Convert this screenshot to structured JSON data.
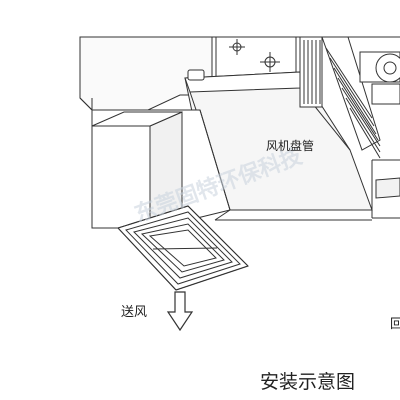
{
  "diagram": {
    "label_coil": "风机盘管",
    "label_supply": "送风",
    "label_return_partial": "回",
    "caption": "安装示意图"
  },
  "watermark": {
    "text": "东莞固特环保科技"
  },
  "colors": {
    "line": "#333333",
    "background": "#ffffff",
    "panel": "#f3f3f3",
    "watermark": "#c9d3de"
  }
}
